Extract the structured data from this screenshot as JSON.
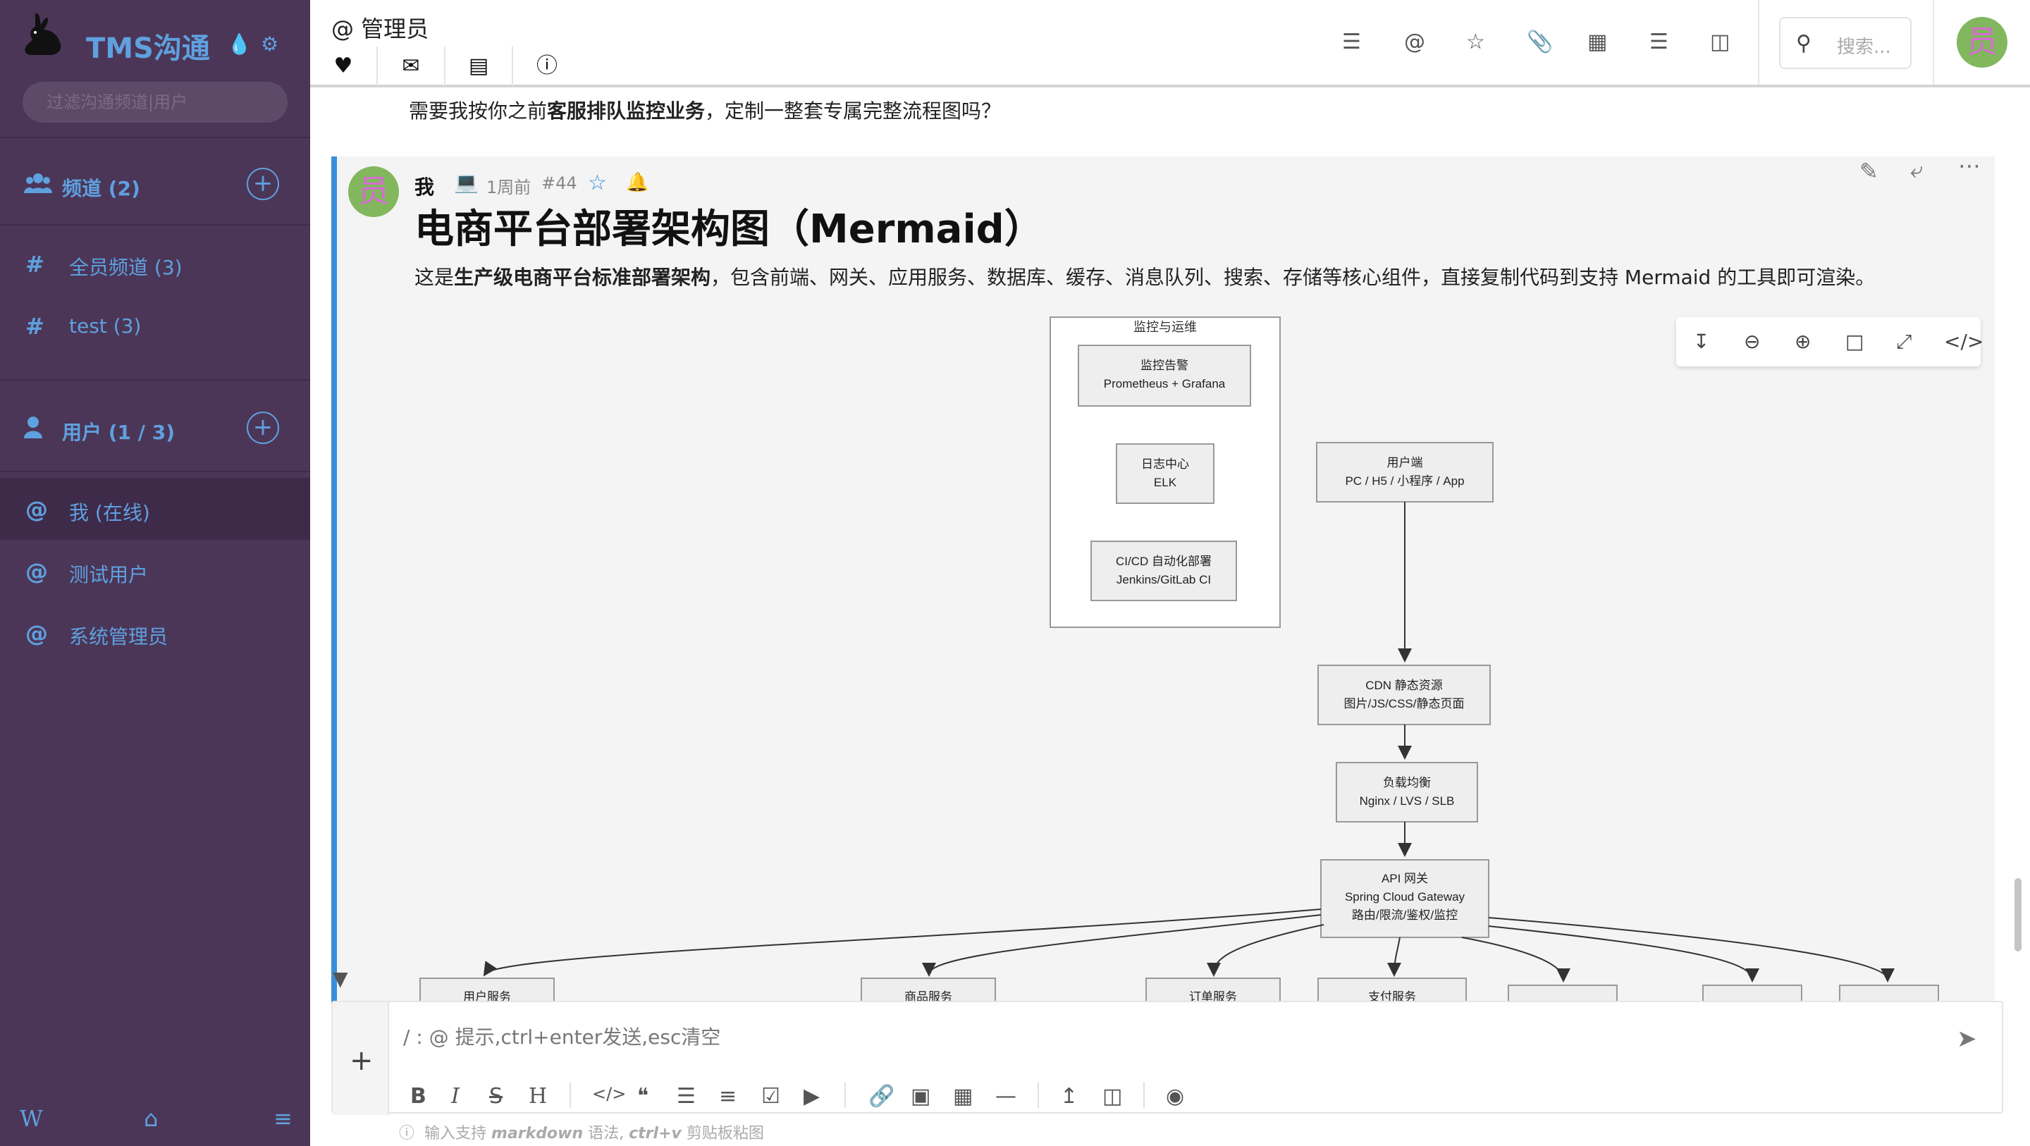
{
  "sidebar": {
    "app_title": "TMS沟通",
    "search_placeholder": "过滤沟通频道|用户",
    "channels_label": "频道 (2)",
    "channels": [
      {
        "label": "全员频道 (3)"
      },
      {
        "label": "test (3)"
      }
    ],
    "users_label": "用户 (1 / 3)",
    "users": [
      {
        "label": "我 (在线)"
      },
      {
        "label": "测试用户"
      },
      {
        "label": "系统管理员"
      }
    ],
    "footer_w": "W"
  },
  "topbar": {
    "title": "@ 管理员",
    "search_placeholder": "搜索...",
    "avatar_char": "员"
  },
  "previous_message": {
    "prefix": "需要我按你之前",
    "bold": "客服排队监控业务",
    "suffix": "，定制一整套专属完整流程图吗？"
  },
  "message": {
    "author": "我",
    "time": "1周前",
    "number": "#44",
    "avatar_char": "员",
    "heading": "电商平台部署架构图（Mermaid）",
    "desc_prefix": "这是",
    "desc_bold": "生产级电商平台标准部署架构",
    "desc_suffix": "，包含前端、网关、应用服务、数据库、缓存、消息队列、搜索、存储等核心组件，直接复制代码到支持 Mermaid 的工具即可渲染。"
  },
  "diagram": {
    "group_title": "监控与运维",
    "nodes": [
      {
        "id": "monitor",
        "line1": "监控告警",
        "line2": "Prometheus + Grafana"
      },
      {
        "id": "log",
        "line1": "日志中心",
        "line2": "ELK"
      },
      {
        "id": "cicd",
        "line1": "CI/CD 自动化部署",
        "line2": "Jenkins/GitLab CI"
      },
      {
        "id": "client",
        "line1": "用户端",
        "line2": "PC / H5 / 小程序 / App"
      },
      {
        "id": "cdn",
        "line1": "CDN 静态资源",
        "line2": "图片/JS/CSS/静态页面"
      },
      {
        "id": "lb",
        "line1": "负载均衡",
        "line2": "Nginx / LVS / SLB"
      },
      {
        "id": "gateway",
        "line1": "API 网关",
        "line2": "Spring Cloud Gateway",
        "line3": "路由/限流/鉴权/监控"
      },
      {
        "id": "svc-user",
        "line1": "用户服务"
      },
      {
        "id": "svc-product",
        "line1": "商品服务"
      },
      {
        "id": "svc-order",
        "line1": "订单服务"
      },
      {
        "id": "svc-pay",
        "line1": "支付服务"
      }
    ]
  },
  "composer": {
    "placeholder": "/ : @ 提示,ctrl+enter发送,esc清空",
    "hint_prefix": "输入支持",
    "hint_md": "markdown",
    "hint_mid": "语法,",
    "hint_ctrl": "ctrl+v",
    "hint_suffix": "剪贴板粘图"
  },
  "colors": {
    "sidebar_bg": "#4b3657",
    "accent": "#5fa0df",
    "message_border": "#3a8fd8"
  }
}
